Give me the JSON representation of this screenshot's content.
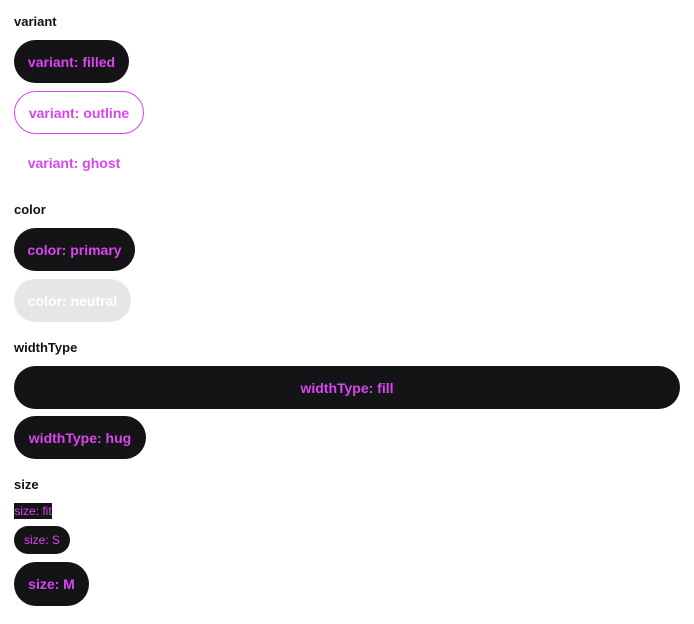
{
  "colors": {
    "button_bg": "#141417",
    "accent_text": "#d946ef",
    "neutral_bg": "#e6e6e6",
    "neutral_text": "#ffffff"
  },
  "sections": {
    "variant": {
      "label": "variant",
      "filled": "variant: filled",
      "outline": "variant: outline",
      "ghost": "variant: ghost"
    },
    "color": {
      "label": "color",
      "primary": "color: primary",
      "neutral": "color: neutral"
    },
    "widthType": {
      "label": "widthType",
      "fill": "widthType: fill",
      "hug": "widthType: hug"
    },
    "size": {
      "label": "size",
      "fit": "size: fit",
      "s": "size: S",
      "m": "size: M"
    }
  }
}
